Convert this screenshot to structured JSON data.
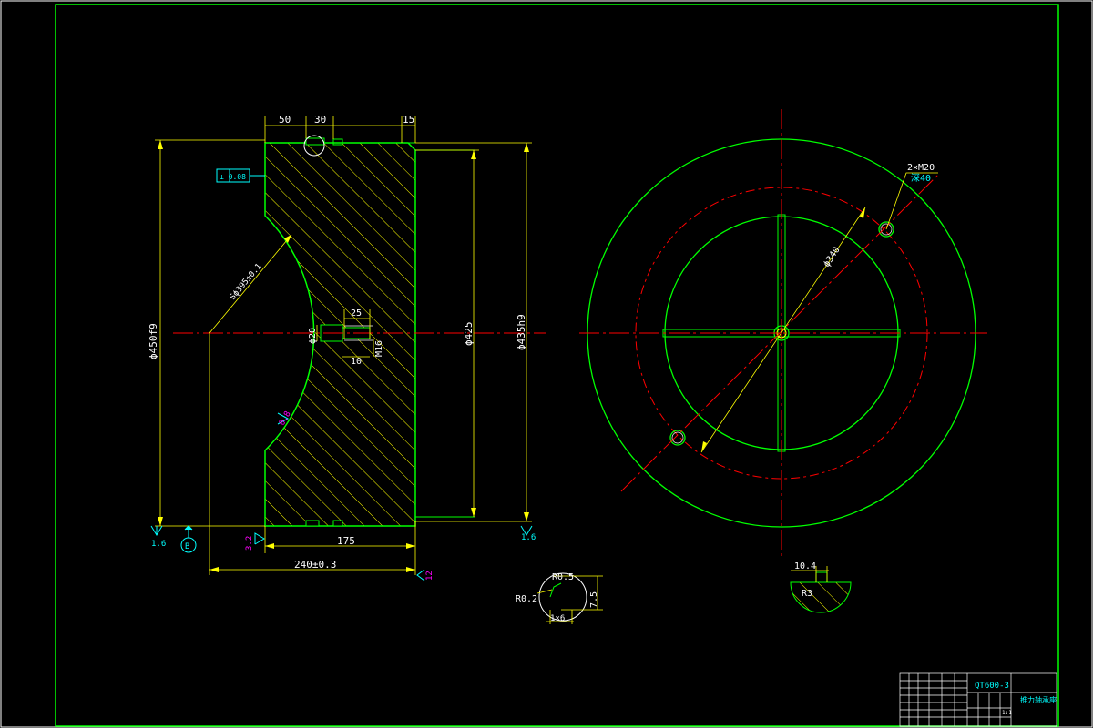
{
  "colors": {
    "background": "#000000",
    "outline": "#00ff00",
    "dimension": "#ffff00",
    "centerline": "#ff0000",
    "hatch": "#ffff00",
    "symbol": "#00ffff",
    "roughness": "#ff00ff",
    "titleblock": "#ffffff"
  },
  "dimensions": {
    "top_50": "50",
    "top_30": "30",
    "top_15": "15",
    "dia_450": "ϕ450f9",
    "dia_425": "ϕ425",
    "dia_435": "ϕ435h9",
    "sphere": "Sϕ395±0.1",
    "tap_dia20": "ϕ20",
    "tap_25": "25",
    "tap_10": "10",
    "tap_m16": "M16",
    "bottom_175": "175",
    "bottom_240": "240±0.3",
    "roughness_08": "0.8",
    "roughness_32": "3.2",
    "roughness_16_left": "1.6",
    "roughness_16_right": "1.6",
    "roughness_12": "12",
    "datum_b": "B",
    "tolerance_frame": "⊥ 0.08"
  },
  "right_view": {
    "holes_note": "2×M20",
    "holes_depth": "深40",
    "pcd": "ϕ340"
  },
  "details": {
    "detail_r05": "R0.5",
    "detail_r02": "R0.2",
    "detail_75": "7.5",
    "detail_x6": "1×6",
    "detail_104": "10.4",
    "detail_r3": "R3"
  },
  "titleblock": {
    "drawing_no": "QT600-3",
    "part_name": "推力轴承座",
    "scale": "1:1"
  }
}
